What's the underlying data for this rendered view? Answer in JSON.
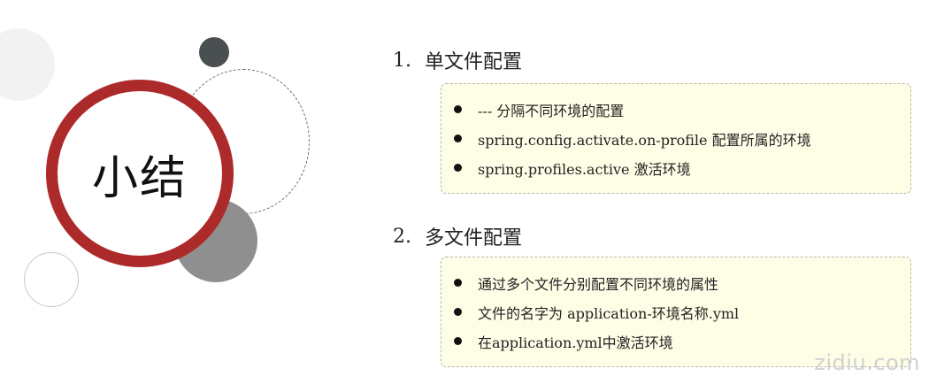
{
  "summary": {
    "title": "小结"
  },
  "sections": [
    {
      "number": "1.",
      "title": "单文件配置",
      "items": [
        "--- 分隔不同环境的配置",
        "spring.config.activate.on-profile 配置所属的环境",
        "spring.profiles.active 激活环境"
      ]
    },
    {
      "number": "2.",
      "title": "多文件配置",
      "items": [
        "通过多个文件分别配置不同环境的属性",
        "文件的名字为 application-环境名称.yml",
        "在application.yml中激活环境"
      ]
    }
  ],
  "watermark": "zidiu.com",
  "colors": {
    "ring": "#ad2a2a",
    "box_bg": "#fefee7",
    "dark_circle": "#4a4f52",
    "gray_circle": "#8f8f8f"
  }
}
